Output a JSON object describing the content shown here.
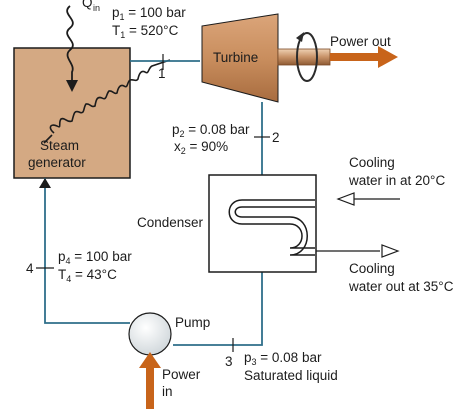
{
  "heat_input": {
    "q": "Q",
    "sub": "in"
  },
  "steam_generator": {
    "line1": "Steam",
    "line2": "generator"
  },
  "turbine": {
    "label": "Turbine"
  },
  "power_out": {
    "label": "Power out"
  },
  "state1": {
    "num": "1",
    "p": "p",
    "p_sub": "1",
    "p_val": " = 100 bar",
    "t": "T",
    "t_sub": "1",
    "t_val": " = 520°C"
  },
  "state2": {
    "num": "2",
    "p": "p",
    "p_sub": "2",
    "p_val": " = 0.08 bar",
    "x": "x",
    "x_sub": "2",
    "x_val": " = 90%"
  },
  "condenser": {
    "label": "Condenser"
  },
  "cooling_in": {
    "line1": "Cooling",
    "line2": "water in at 20°C"
  },
  "cooling_out": {
    "line1": "Cooling",
    "line2": "water out at 35°C"
  },
  "state3": {
    "num": "3",
    "p": "p",
    "p_sub": "3",
    "p_val": " = 0.08 bar",
    "note": "Saturated liquid"
  },
  "state4": {
    "num": "4",
    "p": "p",
    "p_sub": "4",
    "p_val": " = 100 bar",
    "t": "T",
    "t_sub": "4",
    "t_val": " = 43°C"
  },
  "pump": {
    "label": "Pump"
  },
  "power_in": {
    "line1": "Power",
    "line2": "in"
  },
  "colors": {
    "pipe": "#2f6f8a",
    "generator_fill": "#d4a983",
    "turbine_fill": "#c98e5e",
    "arrow_orange": "#c8641a"
  }
}
